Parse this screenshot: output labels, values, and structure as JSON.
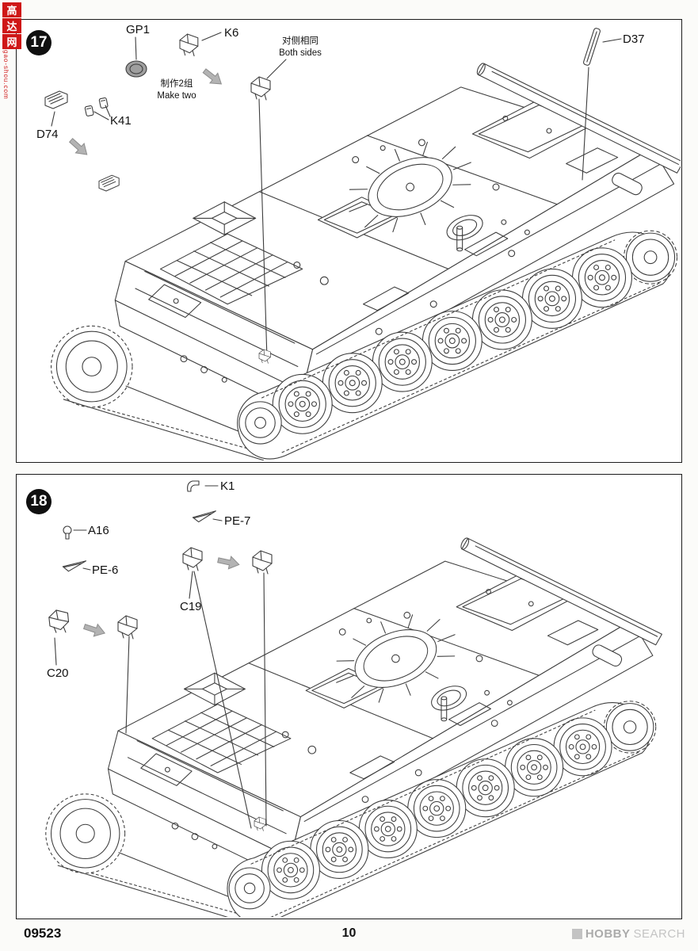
{
  "watermark": {
    "chars": [
      "高",
      "达",
      "网"
    ],
    "site": "gao-shou.com"
  },
  "footer": {
    "kit_number": "09523",
    "page_number": "10",
    "brand1": "HOBBY",
    "brand2": "SEARCH"
  },
  "step17": {
    "number": "17",
    "labels": {
      "gp1": "GP1",
      "k6": "K6",
      "d74": "D74",
      "k41": "K41",
      "d37": "D37"
    },
    "notes": {
      "both_sides_cn": "对侧相同",
      "both_sides_en": "Both sides",
      "make_two_cn": "制作2组",
      "make_two_en": "Make two"
    }
  },
  "step18": {
    "number": "18",
    "labels": {
      "k1": "K1",
      "pe7": "PE-7",
      "a16": "A16",
      "pe6": "PE-6",
      "c19": "C19",
      "c20": "C20"
    }
  }
}
